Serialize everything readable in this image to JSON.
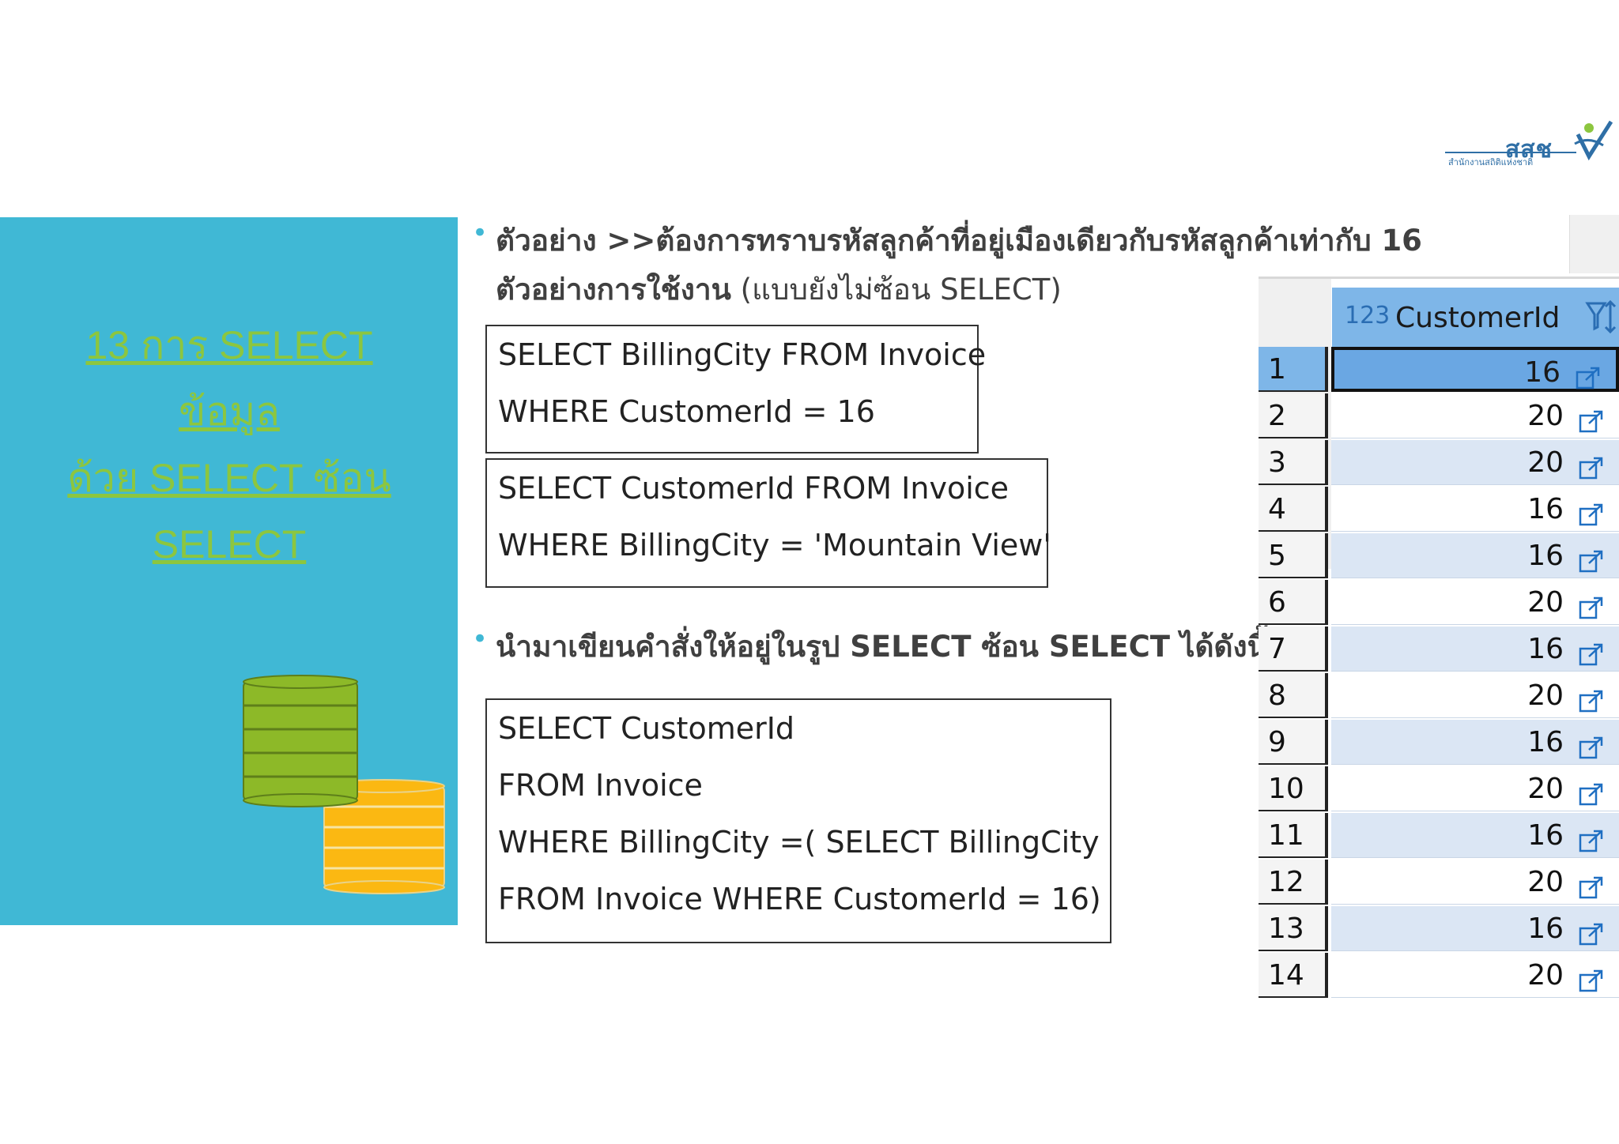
{
  "logo": {
    "text": "สสช",
    "subtext": "สำนักงานสถิติแห่งชาติ"
  },
  "side_panel": {
    "title_lines": [
      "13 การ SELECT ข้อมูล",
      "ด้วย SELECT ซ้อน",
      "SELECT"
    ]
  },
  "bullets": {
    "first_line": "ตัวอย่าง >>ต้องการทราบรหัสลูกค้าที่อยู่เมืองเดียวกับรหัสลูกค้าเท่ากับ 16",
    "second_bold": "ตัวอย่างการใช้งาน",
    "second_normal": " (แบบยังไม่ซ้อน SELECT)",
    "third_line": "นำมาเขียนคำสั่งให้อยู่ในรูป SELECT ซ้อน SELECT ได้ดังนี้"
  },
  "sql": {
    "box1": [
      "SELECT BillingCity FROM Invoice",
      "WHERE CustomerId = 16"
    ],
    "box2": [
      "SELECT CustomerId FROM Invoice",
      "WHERE BillingCity = 'Mountain View'"
    ],
    "box3": [
      "SELECT CustomerId",
      "FROM Invoice",
      "WHERE BillingCity =( SELECT BillingCity",
      "FROM Invoice WHERE CustomerId = 16)"
    ]
  },
  "grid": {
    "column": {
      "type": "123",
      "name": "CustomerId"
    },
    "rows": [
      {
        "n": "1",
        "v": "16"
      },
      {
        "n": "2",
        "v": "20"
      },
      {
        "n": "3",
        "v": "20"
      },
      {
        "n": "4",
        "v": "16"
      },
      {
        "n": "5",
        "v": "16"
      },
      {
        "n": "6",
        "v": "20"
      },
      {
        "n": "7",
        "v": "16"
      },
      {
        "n": "8",
        "v": "20"
      },
      {
        "n": "9",
        "v": "16"
      },
      {
        "n": "10",
        "v": "20"
      },
      {
        "n": "11",
        "v": "16"
      },
      {
        "n": "12",
        "v": "20"
      },
      {
        "n": "13",
        "v": "16"
      },
      {
        "n": "14",
        "v": "20"
      }
    ]
  },
  "colors": {
    "panel": "#40b8d5",
    "title": "#8cc63f",
    "selected": "#6aa7e3"
  }
}
